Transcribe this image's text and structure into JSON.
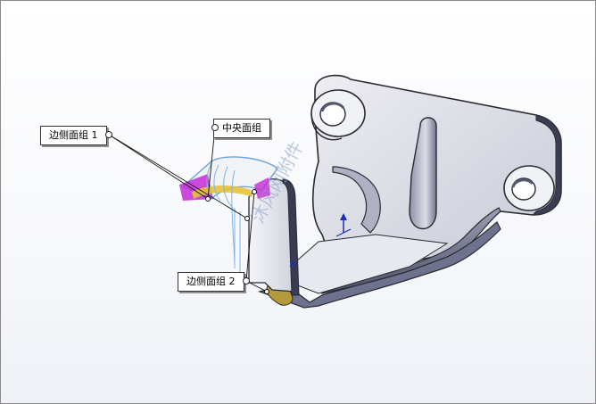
{
  "viewport": {
    "background": "#ffffff",
    "part_color": "#c9cbd6",
    "edge_color": "#2b2b33",
    "highlight_blue": "#7fb3e6",
    "highlight_magenta": "#c42ad6",
    "highlight_yellow": "#e6c23a"
  },
  "callouts": {
    "side_group_1": "边侧面组 1",
    "center_group": "中央面组",
    "side_group_2": "边侧面组 2"
  },
  "watermark": "沐风网附件",
  "icons": [
    "triad-icon",
    "origin-icon"
  ]
}
